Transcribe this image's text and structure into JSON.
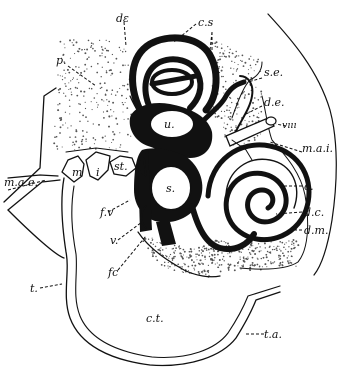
{
  "labels": {
    "p": "p.",
    "de_top": "dɛ",
    "cs": "c.s",
    "se": "s.e.",
    "de_right": "d.e.",
    "viii": "vııı",
    "mai": "m.a.i.",
    "mae": "m.a.e.",
    "m": "m",
    "i": "i",
    "st": "st.",
    "u": "u.",
    "s": "s.",
    "fv": "f.v",
    "v": "v.",
    "fc": "fc",
    "c": "c.",
    "dc": "d.c.",
    "dm": "d.m.",
    "t": "t.",
    "ct": "c.t.",
    "ta": "t.a."
  }
}
